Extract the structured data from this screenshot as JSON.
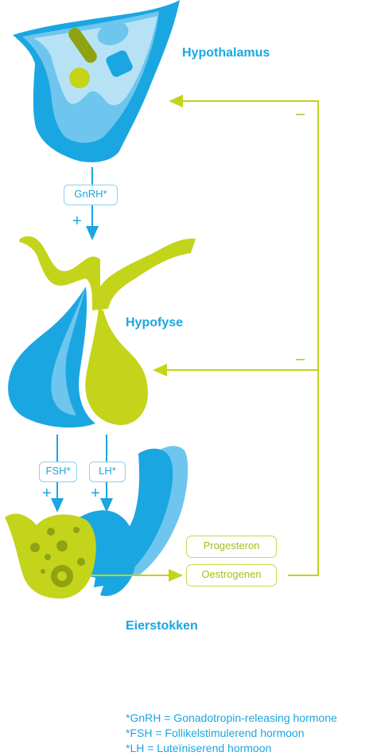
{
  "labels": {
    "hypothalamus": "Hypothalamus",
    "hypofyse": "Hypofyse",
    "eierstokken": "Eierstokken"
  },
  "hormones": {
    "gnrh": "GnRH*",
    "fsh": "FSH*",
    "lh": "LH*",
    "progesteron": "Progesteron",
    "oestrogenen": "Oestrogenen"
  },
  "signs": {
    "plus": "+",
    "minus": "–"
  },
  "legend": [
    "*GnRH = Gonadotropin-releasing hormone",
    "*FSH = Follikelstimulerend hormoon",
    "*LH = Luteïniserend hormoon"
  ],
  "colors": {
    "blue": "#1aa6e1",
    "light_blue": "#6ec6ee",
    "pale_blue": "#b7e2f6",
    "lime": "#c3d41b",
    "lime_dark": "#8fa312"
  }
}
